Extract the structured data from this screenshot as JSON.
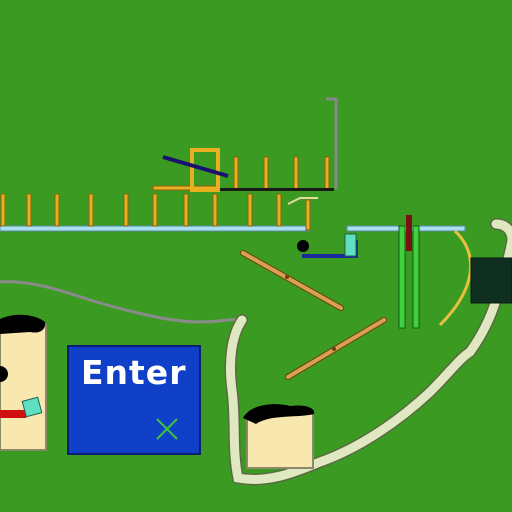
{
  "scene": {
    "background": "#3a9a22",
    "enter_button": {
      "label": "Enter",
      "color": "#1040c8",
      "mark_icon": "x-mark-icon"
    },
    "characters": [
      {
        "name": "left-face",
        "partially_visible": true
      },
      {
        "name": "center-face",
        "partially_visible": true
      }
    ],
    "objects": [
      "long-rail",
      "picket-fence",
      "gate-frame",
      "hanging-pole",
      "tilted-plank-upper",
      "tilted-plank-lower",
      "black-ball",
      "blue-cup",
      "water-pipe",
      "green-tubes",
      "dark-green-box",
      "rope-curve",
      "winding-path",
      "gray-wire"
    ]
  }
}
